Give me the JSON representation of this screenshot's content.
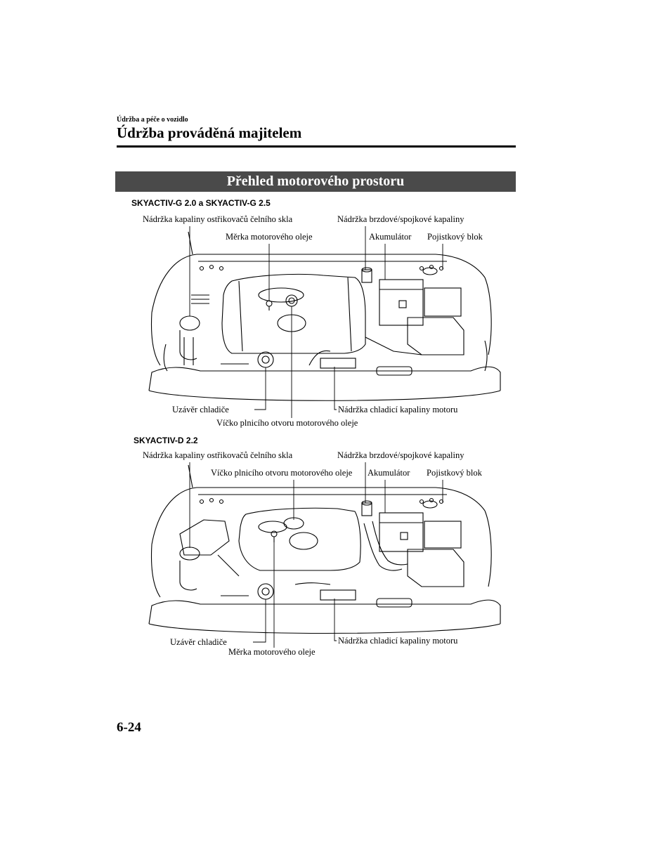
{
  "header": {
    "breadcrumb": "Údržba a péče o vozidlo",
    "title": "Údržba prováděná majitelem"
  },
  "section": {
    "title": "Přehled motorového prostoru"
  },
  "diagrams": [
    {
      "label": "SKYACTIV-G 2.0 a SKYACTIV-G 2.5",
      "callouts": {
        "washer_tank": "Nádržka kapaliny ostřikovačů čelního skla",
        "oil_dipstick": "Měrka motorového oleje",
        "brake_clutch_fluid": "Nádržka brzdové/spojkové kapaliny",
        "battery": "Akumulátor",
        "fuse_block": "Pojistkový blok",
        "radiator_cap": "Uzávěr chladiče",
        "coolant_tank": "Nádržka chladicí kapaliny motoru",
        "oil_filler_cap": "Víčko plnicího otvoru motorového oleje"
      }
    },
    {
      "label": "SKYACTIV-D 2.2",
      "callouts": {
        "washer_tank": "Nádržka kapaliny ostřikovačů čelního skla",
        "oil_filler_cap": "Víčko plnicího otvoru motorového oleje",
        "brake_clutch_fluid": "Nádržka brzdové/spojkové kapaliny",
        "battery": "Akumulátor",
        "fuse_block": "Pojistkový blok",
        "radiator_cap": "Uzávěr chladiče",
        "oil_dipstick": "Měrka motorového oleje",
        "coolant_tank": "Nádržka chladicí kapaliny motoru"
      }
    }
  ],
  "footer": {
    "page_number": "6-24"
  }
}
